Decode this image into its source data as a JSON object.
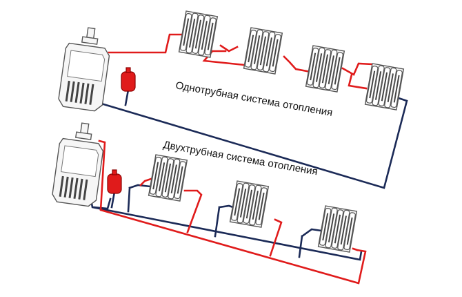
{
  "diagram": {
    "colors": {
      "supply": "#e01b1b",
      "return": "#1b2a57",
      "tank": "#e01b1b"
    },
    "top_system": {
      "caption": "Однотрубная система отопления",
      "radiator_count": 4
    },
    "bottom_system": {
      "caption": "Двухтрубная система отопления",
      "radiator_count": 3
    },
    "icons": [
      "boiler-icon",
      "expansion-tank-icon",
      "radiator-icon"
    ]
  }
}
